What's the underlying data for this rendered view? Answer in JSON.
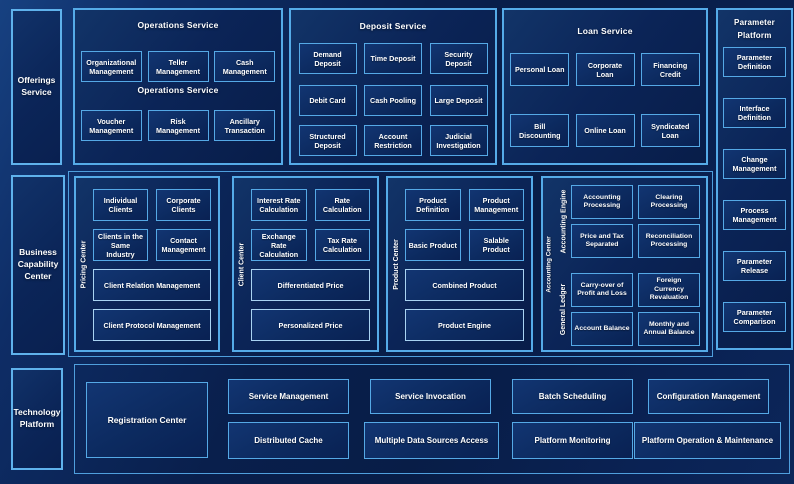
{
  "colors": {
    "background": "#0a2153",
    "panel_border": "#55abe8",
    "box_border": "#55a9e6",
    "bright_border": "#a9d3f2",
    "text": "#ffffff"
  },
  "left_rail": {
    "offerings_label": "Offerings Service",
    "business_capability_label": "Business Capability Center",
    "technology_label": "Technology Platform"
  },
  "operations_service": {
    "title": "Operations Service",
    "mid_label": "Operations Service",
    "row1": [
      "Organizational Management",
      "Teller Management",
      "Cash Management"
    ],
    "row2": [
      "Voucher Management",
      "Risk Management",
      "Ancillary Transaction"
    ]
  },
  "deposit_service": {
    "title": "Deposit Service",
    "row1": [
      "Demand Deposit",
      "Time Deposit",
      "Security Deposit"
    ],
    "row2": [
      "Debit Card",
      "Cash Pooling",
      "Large Deposit"
    ],
    "row3": [
      "Structured Deposit",
      "Account Restriction",
      "Judicial Investigation"
    ]
  },
  "loan_service": {
    "title": "Loan Service",
    "row1": [
      "Personal Loan",
      "Corporate Loan",
      "Financing Credit"
    ],
    "row2": [
      "Bill Discounting",
      "Online Loan",
      "Syndicated Loan"
    ]
  },
  "parameter_platform": {
    "title_line1": "Parameter",
    "title_line2": "Platform",
    "items": [
      "Parameter Definition",
      "Interface Definition",
      "Change Management",
      "Process Management",
      "Parameter Release",
      "Parameter Comparison"
    ]
  },
  "pricing_center": {
    "label": "Pricing Center",
    "grid": [
      "Individual Clients",
      "Corporate Clients",
      "Clients in the Same Industry",
      "Contact Management"
    ],
    "wide": [
      "Client Relation Management",
      "Client Protocol Management"
    ]
  },
  "client_center": {
    "label": "Client Center",
    "grid": [
      "Interest Rate Calculation",
      "Rate Calculation",
      "Exchange Rate Calculation",
      "Tax Rate Calculation"
    ],
    "wide": [
      "Differentiated Price",
      "Personalized Price"
    ]
  },
  "product_center": {
    "label": "Product Center",
    "grid": [
      "Product Definition",
      "Product Management",
      "Basic Product",
      "Salable Product"
    ],
    "wide": [
      "Combined Product",
      "Product Engine"
    ]
  },
  "accounting_center": {
    "label": "Accounting Center",
    "engine": {
      "label": "Accounting Engine",
      "items": [
        "Accounting Processing",
        "Clearing Processing",
        "Price and Tax Separated",
        "Reconciliation Processing"
      ]
    },
    "ledger": {
      "label": "General Ledger",
      "items": [
        "Carry-over of Profit and Loss",
        "Foreign Currency Revaluation",
        "Account Balance",
        "Monthly and Annual Balance"
      ]
    }
  },
  "technology_platform": {
    "registration": "Registration Center",
    "row1": [
      "Service Management",
      "Service Invocation",
      "Batch Scheduling",
      "Configuration Management"
    ],
    "row2": [
      "Distributed Cache",
      "Multiple Data Sources Access",
      "Platform Monitoring",
      "Platform Operation & Maintenance"
    ]
  }
}
